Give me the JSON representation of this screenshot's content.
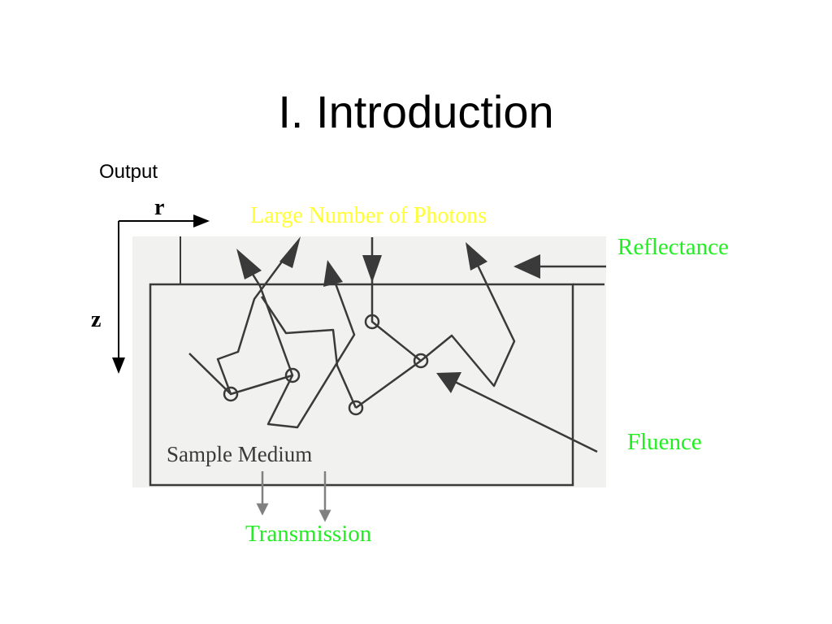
{
  "slide": {
    "title": "I. Introduction"
  },
  "diagram": {
    "output_label": "Output",
    "axis_r_label": "r",
    "axis_z_label": "z",
    "photons_label": "Large Number of Photons",
    "reflectance_label": "Reflectance",
    "fluence_label": "Fluence",
    "transmission_label": "Transmission",
    "medium_label": "Sample Medium",
    "colors": {
      "photons": "#ffff33",
      "labels_green": "#22ee22",
      "scan_background": "#f1f1ef",
      "ink": "#3a3a3a",
      "arrow_grey": "#808080"
    }
  }
}
